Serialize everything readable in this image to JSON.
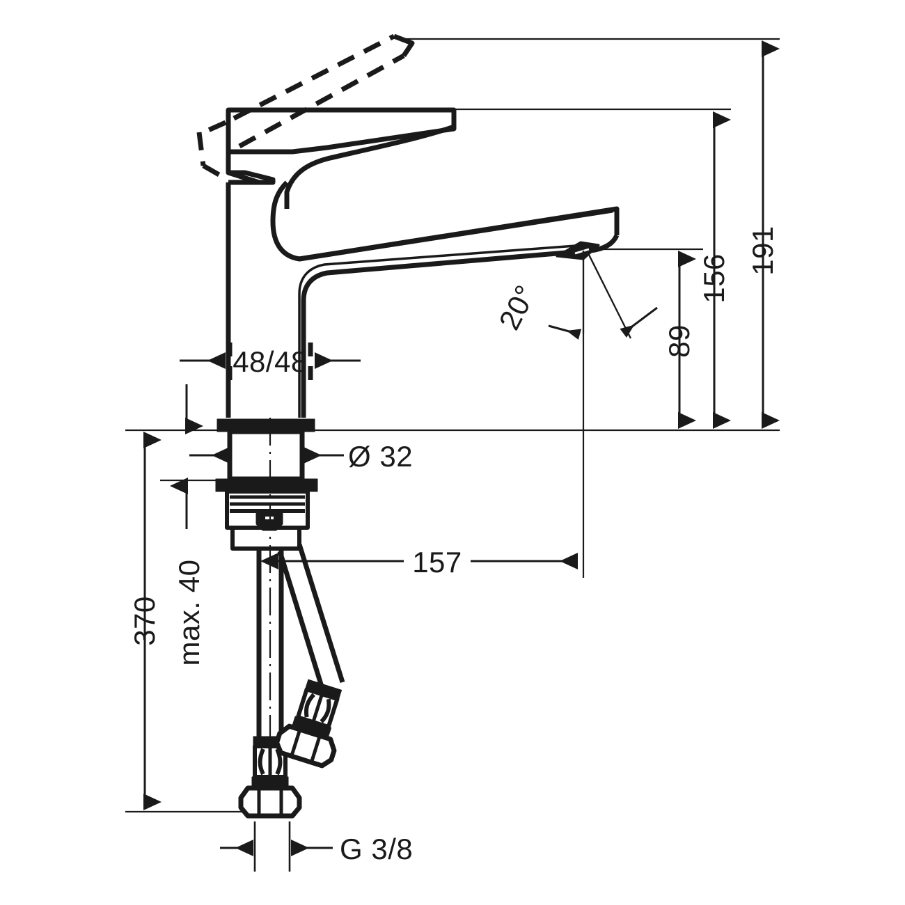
{
  "drawing": {
    "type": "technical-dimension-drawing",
    "subject": "single-lever basin mixer faucet",
    "units": "mm",
    "line_color": "#1a1a1a",
    "background_color": "#ffffff"
  },
  "dimensions": {
    "overall_height_open_lever": "191",
    "height_to_handle_top": "156",
    "spout_outlet_height": "89",
    "spout_projection": "157",
    "handle_clearance": "48/48",
    "shank_diameter": "Ø 32",
    "max_counter_thickness": "max. 40",
    "hose_length": "370",
    "supply_thread": "G 3/8",
    "aerator_angle": "20°"
  },
  "labels": [
    {
      "id": "dim-191",
      "text": "191",
      "orientation": "vertical"
    },
    {
      "id": "dim-156",
      "text": "156",
      "orientation": "vertical"
    },
    {
      "id": "dim-89",
      "text": "89",
      "orientation": "vertical"
    },
    {
      "id": "dim-157",
      "text": "157",
      "orientation": "horizontal"
    },
    {
      "id": "dim-4848",
      "text": "48/48",
      "orientation": "horizontal"
    },
    {
      "id": "dim-d32",
      "text": "Ø 32",
      "orientation": "horizontal"
    },
    {
      "id": "dim-max40",
      "text": "max. 40",
      "orientation": "vertical"
    },
    {
      "id": "dim-370",
      "text": "370",
      "orientation": "vertical"
    },
    {
      "id": "dim-g38",
      "text": "G 3/8",
      "orientation": "horizontal"
    },
    {
      "id": "dim-20deg",
      "text": "20°",
      "orientation": "rotated"
    }
  ]
}
